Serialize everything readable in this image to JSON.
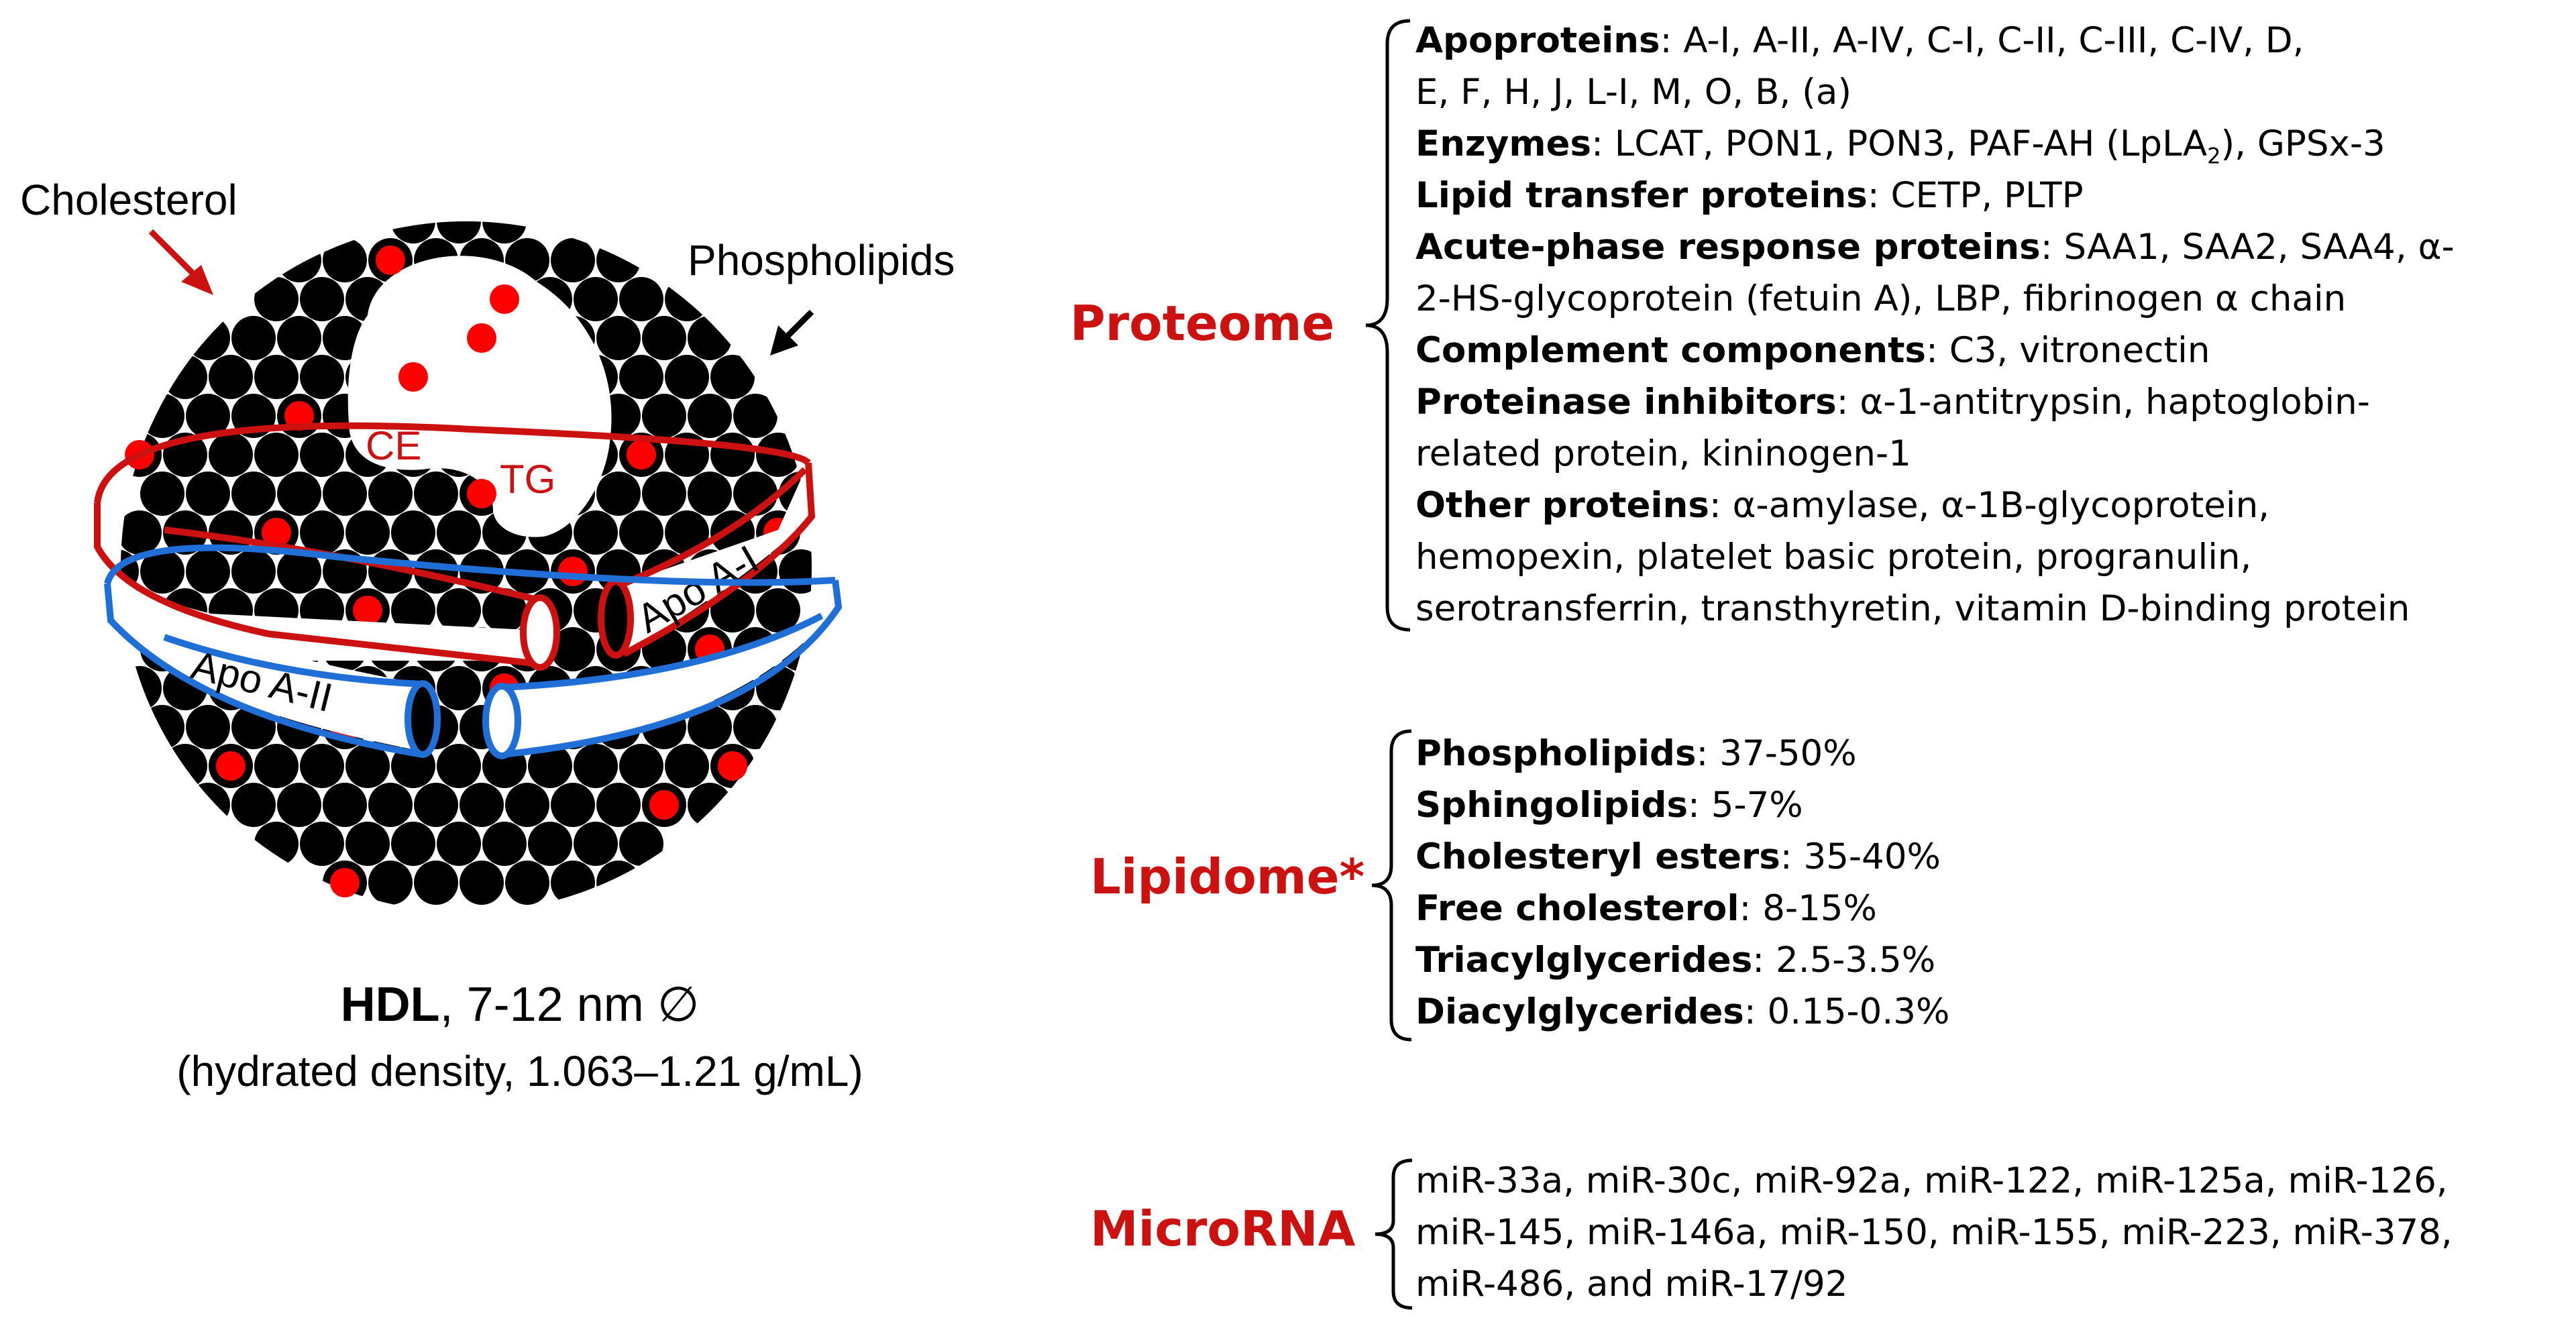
{
  "diagram": {
    "labels": {
      "cholesterol": "Cholesterol",
      "phospholipids": "Phospholipids",
      "ce": "CE",
      "tg": "TG",
      "apo_a1": "Apo A-I",
      "apo_a2": "Apo A-II"
    },
    "caption": {
      "hdl_label": "HDL",
      "size": ", 7-12 nm ∅",
      "density": "(hydrated density, 1.063–1.21 g/mL)"
    },
    "colors": {
      "red": "#cc1111",
      "blue": "#1f6fd6",
      "ball": "#000000",
      "cholesterol_dot": "#ff0000"
    }
  },
  "sections": {
    "proteome": {
      "title": "Proteome",
      "lines": [
        {
          "label": "Apoproteins",
          "sep": ": ",
          "text": "A-I, A-II, A-IV, C-I, C-II, C-III, C-IV, D,"
        },
        {
          "label": "",
          "sep": "",
          "text": "E, F, H, J, L-I, M, O, B, (a)"
        },
        {
          "label": "Enzymes",
          "sep": ": ",
          "text": "LCAT, PON1, PON3, PAF-AH (LpLA",
          "sub": "2",
          "text2": "), GPSx-3"
        },
        {
          "label": "Lipid transfer proteins",
          "sep": ": ",
          "text": "CETP, PLTP"
        },
        {
          "label": "Acute-phase response proteins",
          "sep": ": ",
          "text": "SAA1, SAA2, SAA4, α-"
        },
        {
          "label": "",
          "sep": "",
          "text": "2-HS-glycoprotein (fetuin A), LBP, fibrinogen α chain"
        },
        {
          "label": "Complement components",
          "sep": ": ",
          "text": "C3, vitronectin"
        },
        {
          "label": "Proteinase inhibitors",
          "sep": ": ",
          "text": "α-1-antitrypsin, haptoglobin-"
        },
        {
          "label": "",
          "sep": "",
          "text": "related protein, kininogen-1"
        },
        {
          "label": "Other proteins",
          "sep": ": ",
          "text": "α-amylase, α-1B-glycoprotein,"
        },
        {
          "label": "",
          "sep": "",
          "text": "hemopexin, platelet basic protein, progranulin,"
        },
        {
          "label": "",
          "sep": "",
          "text": "serotransferrin, transthyretin, vitamin D-binding protein"
        }
      ]
    },
    "lipidome": {
      "title": "Lipidome*",
      "lines": [
        {
          "label": "Phospholipids",
          "sep": ":  ",
          "text": "37-50%"
        },
        {
          "label": "Sphingolipids",
          "sep": ":  ",
          "text": "5-7%"
        },
        {
          "label": "Cholesteryl esters",
          "sep": ":  ",
          "text": "35-40%"
        },
        {
          "label": "Free cholesterol",
          "sep": ": ",
          "text": "8-15%"
        },
        {
          "label": "Triacylglycerides",
          "sep": ": ",
          "text": "2.5-3.5%"
        },
        {
          "label": "Diacylglycerides",
          "sep": ": ",
          "text": "0.15-0.3%"
        }
      ]
    },
    "microrna": {
      "title": "MicroRNA",
      "lines": [
        {
          "label": "",
          "sep": "",
          "text": "miR-33a, miR-30c, miR-92a, miR-122, miR-125a, miR-126,"
        },
        {
          "label": "",
          "sep": "",
          "text": "miR-145, miR-146a, miR-150, miR-155, miR-223, miR-378,"
        },
        {
          "label": "",
          "sep": "",
          "text": "miR-486, and miR-17/92"
        }
      ]
    }
  }
}
